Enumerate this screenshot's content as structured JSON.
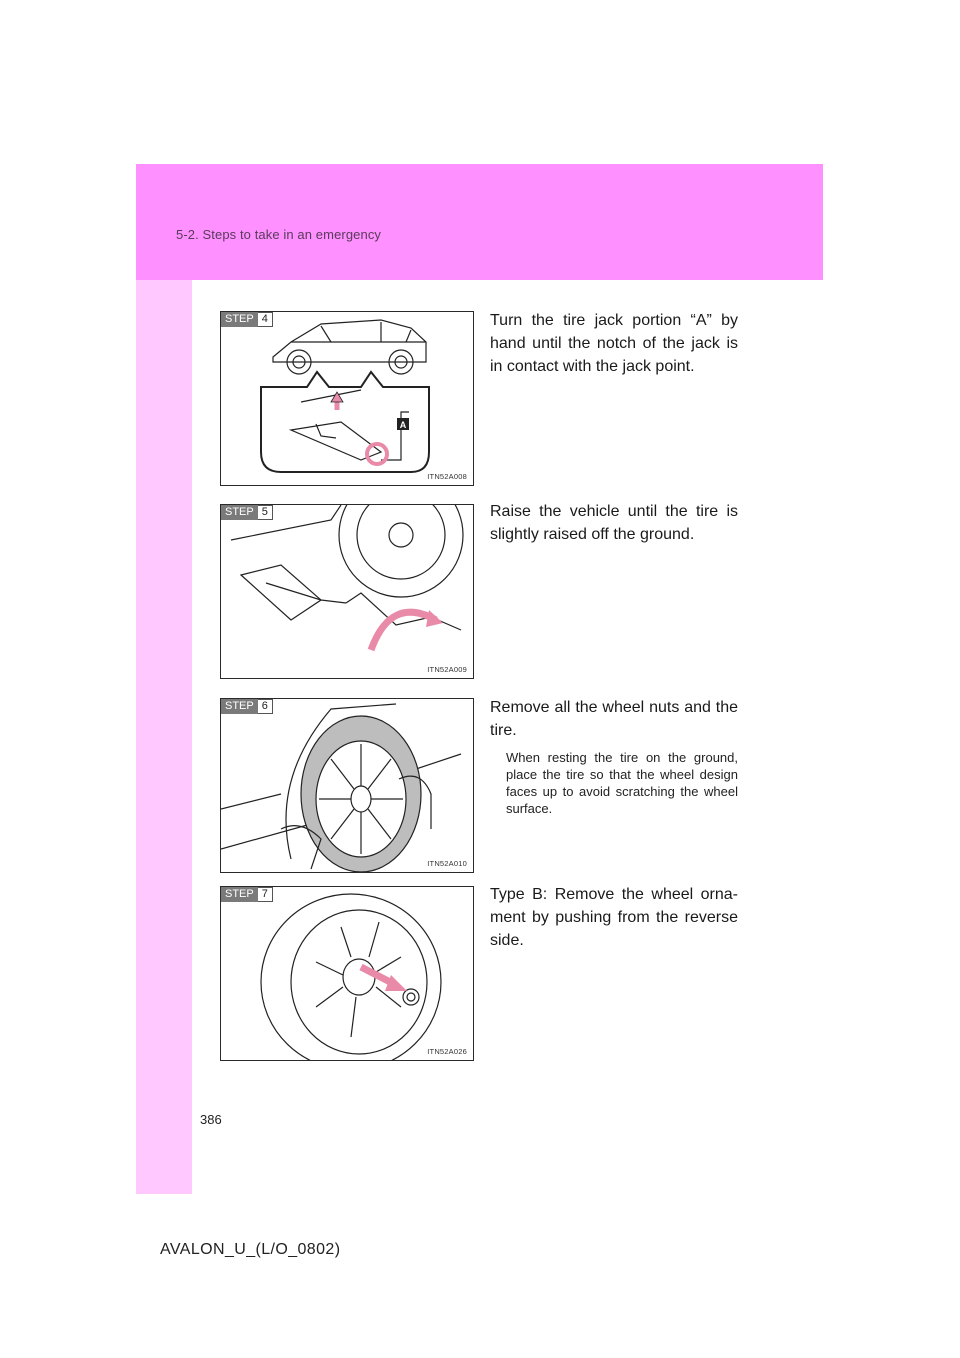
{
  "header": {
    "section": "5-2. Steps to take in an emergency"
  },
  "steps": [
    {
      "badge": "STEP",
      "num": "4",
      "fig": "ITN52A008",
      "marker": "A",
      "text": "Turn the tire jack portion “A” by hand until the notch of the jack is in contact with the jack point."
    },
    {
      "badge": "STEP",
      "num": "5",
      "fig": "ITN52A009",
      "text": "Raise the vehicle until the tire is slightly raised off the ground."
    },
    {
      "badge": "STEP",
      "num": "6",
      "fig": "ITN52A010",
      "text": "Remove all the wheel nuts and the tire.",
      "note": "When resting the tire on the ground, place the tire so that the wheel design faces up to avoid scratching the wheel surface."
    },
    {
      "badge": "STEP",
      "num": "7",
      "fig": "ITN52A026",
      "text": "Type B: Remove the wheel orna- ment by pushing from the reverse side."
    }
  ],
  "footer": {
    "page_number": "386",
    "doc_code": "AVALON_U_(L/O_0802)"
  },
  "colors": {
    "header_band": "#ff90ff",
    "side_strip": "#ffc8ff",
    "accent_arrow": "#e98aa8"
  }
}
